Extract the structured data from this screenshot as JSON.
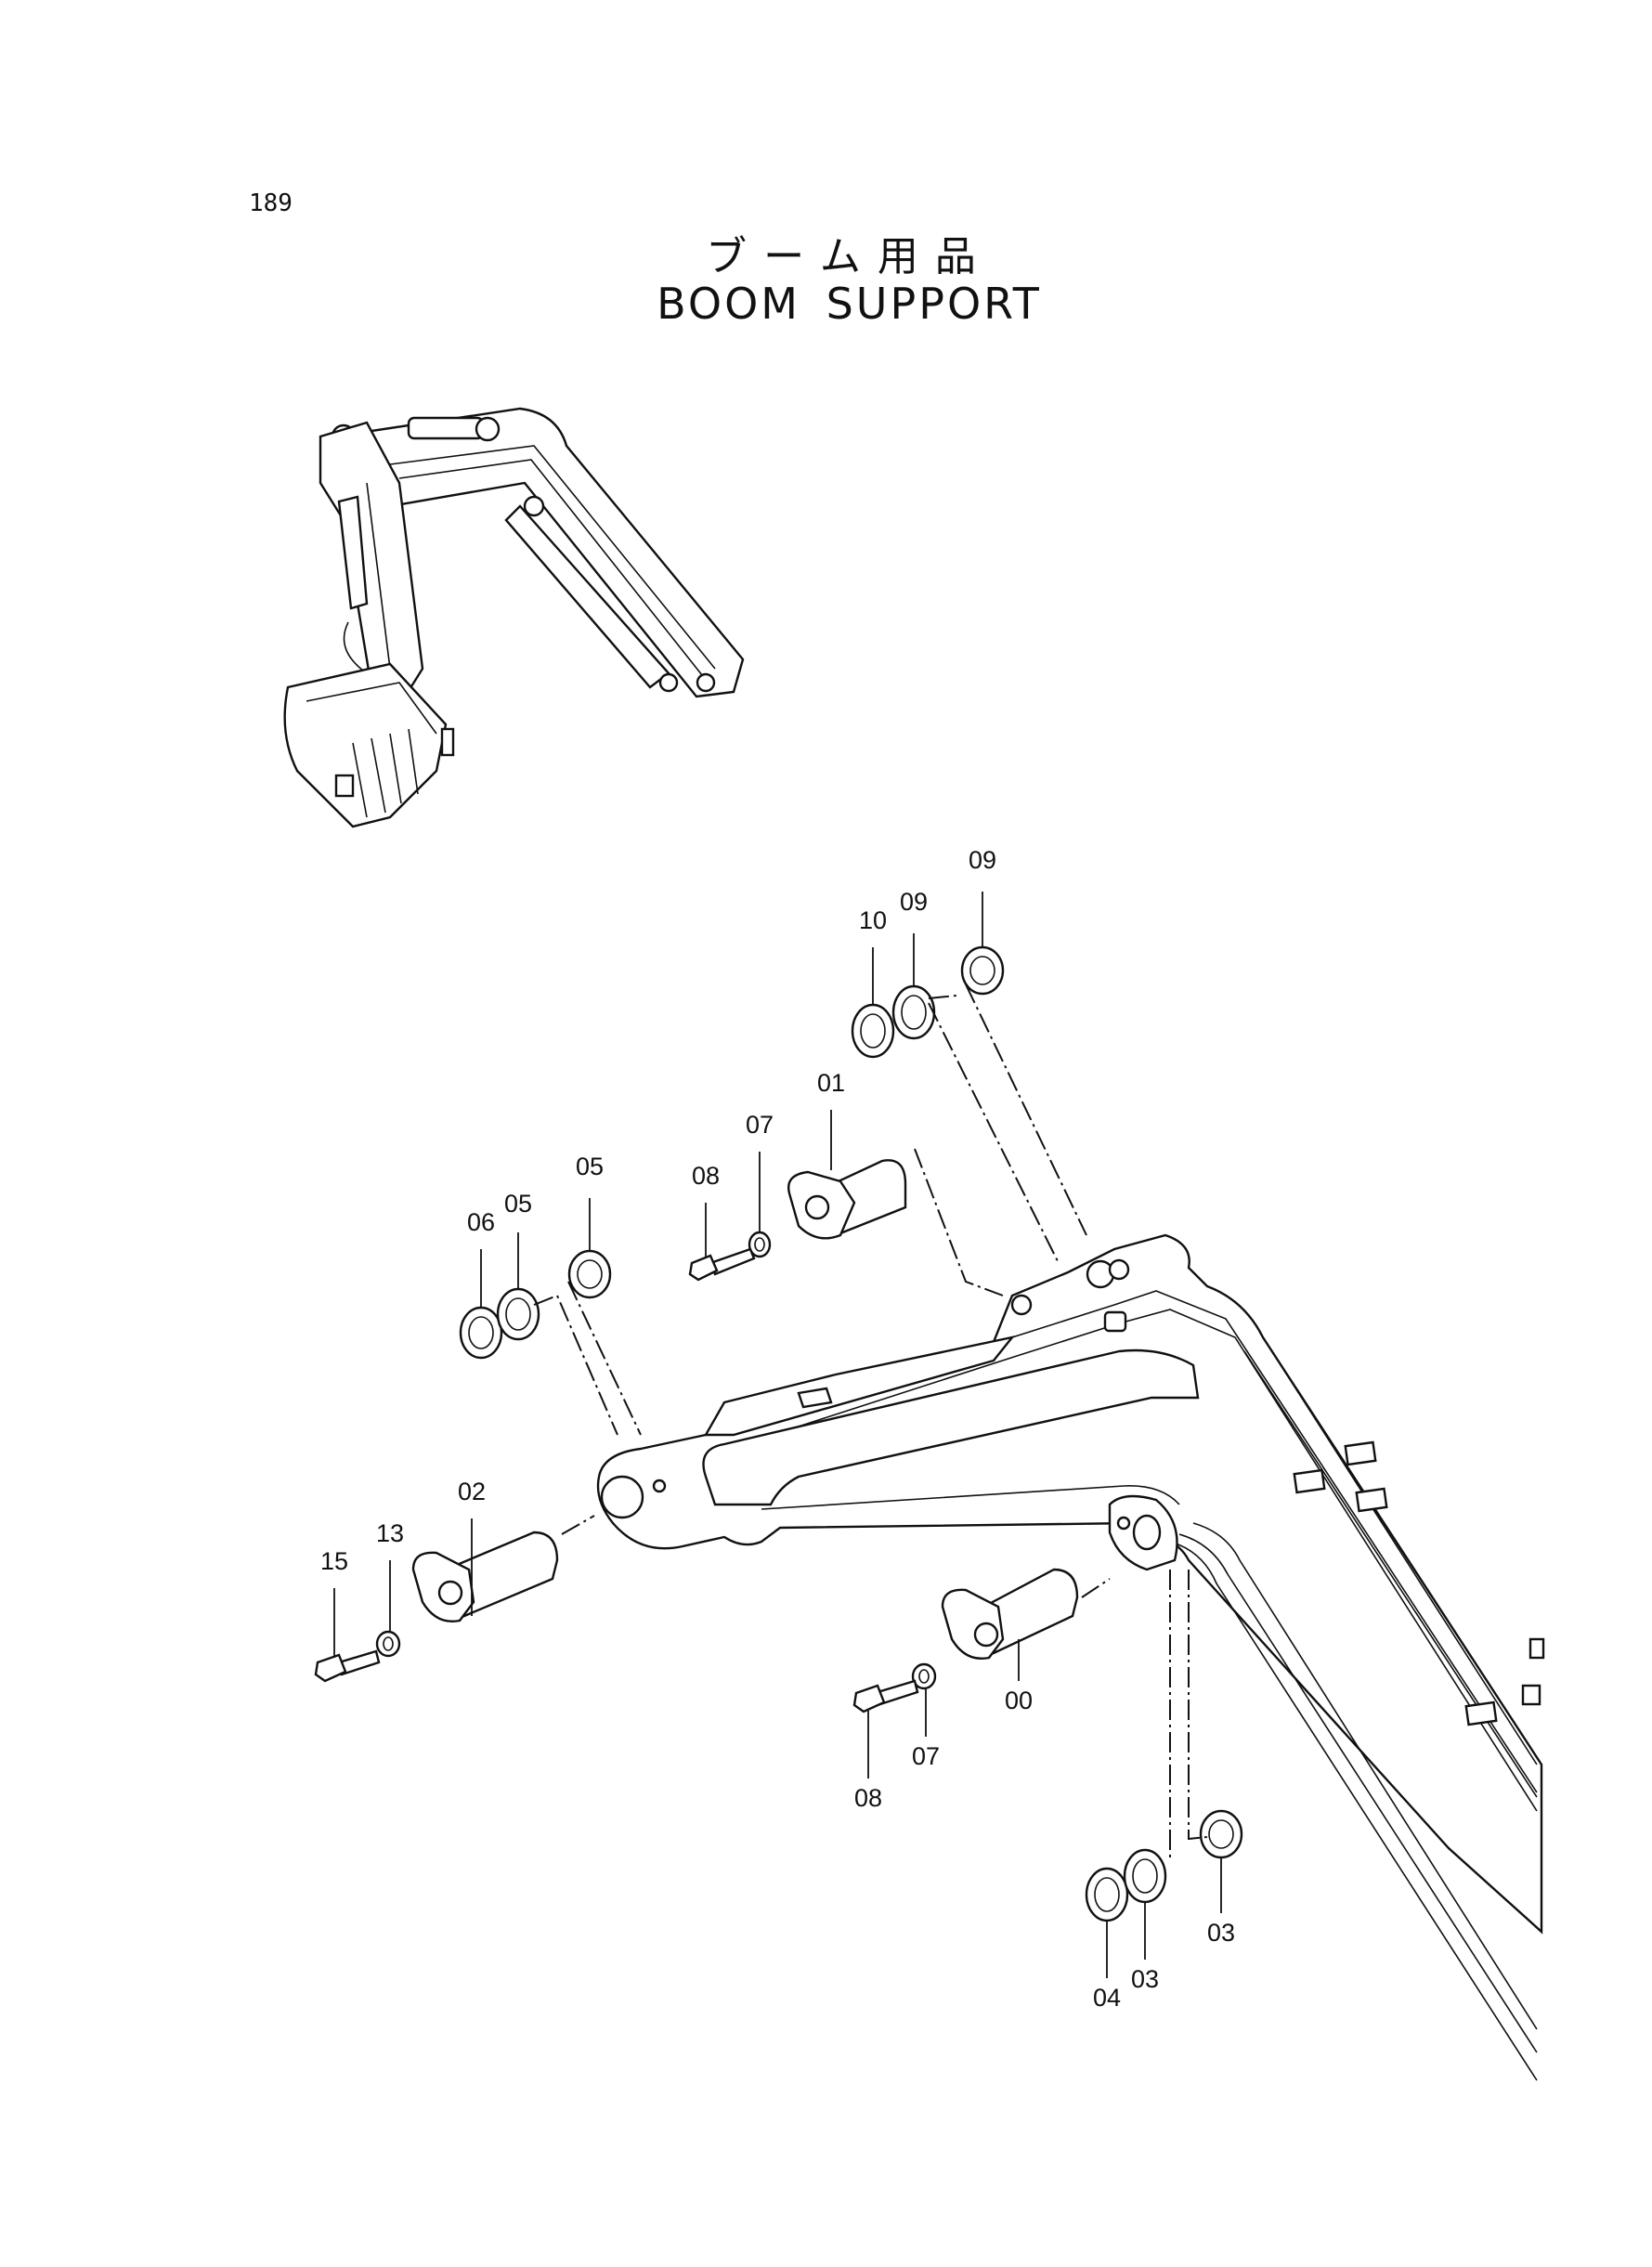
{
  "page_number": "189",
  "title_jp": "ブーム用品",
  "title_en": "BOOM SUPPORT",
  "callouts": {
    "c09a": "09",
    "c10": "10",
    "c09b": "09",
    "c05a": "05",
    "c06": "06",
    "c05b": "05",
    "c01": "01",
    "c07a": "07",
    "c08a": "08",
    "c02": "02",
    "c13": "13",
    "c15": "15",
    "c00": "00",
    "c07b": "07",
    "c08b": "08",
    "c03a": "03",
    "c03b": "03",
    "c04": "04"
  }
}
